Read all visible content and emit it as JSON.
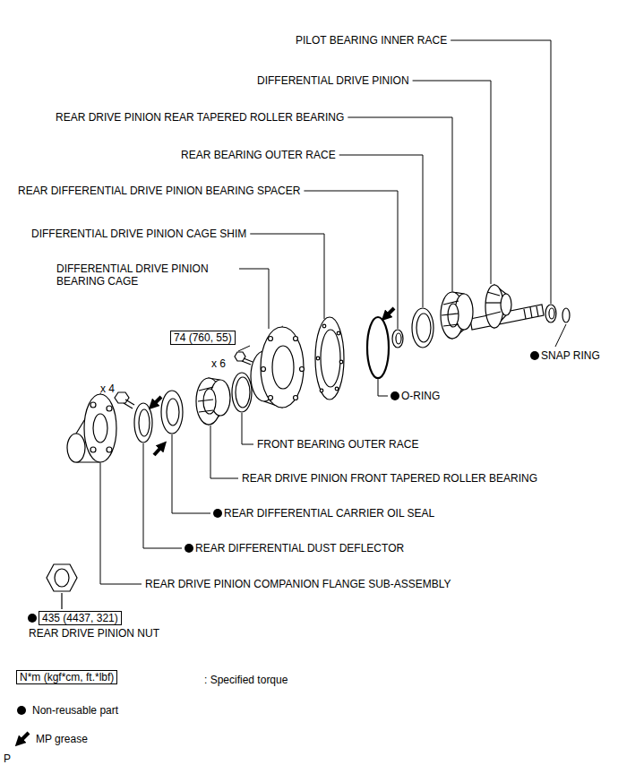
{
  "diagram": {
    "nodes": [
      {
        "text": [
          "74 (760, 55)"
        ]
      },
      {
        "text": [
          "435 (4437, 321)"
        ]
      },
      {
        "text": [
          "N*m (kgf*cm, ft.*lbf)"
        ]
      }
    ],
    "labels": [
      "PILOT BEARING INNER RACE",
      "DIFFERENTIAL DRIVE PINION",
      "REAR DRIVE PINION REAR TAPERED ROLLER BEARING",
      "REAR BEARING OUTER RACE",
      "REAR DIFFERENTIAL DRIVE PINION BEARING SPACER",
      "DIFFERENTIAL DRIVE PINION CAGE SHIM",
      "DIFFERENTIAL DRIVE PINION BEARING CAGE",
      "x 6",
      "x 4",
      "SNAP RING",
      "O-RING",
      "FRONT BEARING OUTER RACE",
      "REAR DRIVE PINION FRONT TAPERED ROLLER BEARING",
      "REAR DIFFERENTIAL CARRIER OIL SEAL",
      "REAR DIFFERENTIAL DUST DEFLECTOR",
      "REAR DRIVE PINION COMPANION FLANGE SUB-ASSEMBLY",
      "REAR DRIVE PINION NUT",
      "P"
    ],
    "legend": [
      {
        "text": ": Specified torque"
      },
      {
        "text": "Non-reusable part"
      },
      {
        "text": "MP grease"
      }
    ]
  }
}
